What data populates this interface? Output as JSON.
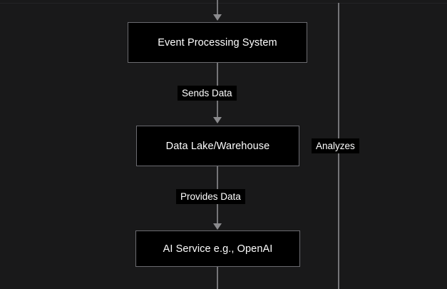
{
  "diagram": {
    "type": "flowchart",
    "direction": "top-down",
    "background_color": "#19191a",
    "node_fill_color": "#000000",
    "node_border_color": "#6b6b70",
    "edge_color": "#757578",
    "text_color": "#ffffff",
    "nodes": [
      {
        "id": "event",
        "label": "Event Processing System"
      },
      {
        "id": "lake",
        "label": "Data Lake/Warehouse"
      },
      {
        "id": "ai",
        "label": "AI Service e.g., OpenAI"
      }
    ],
    "edges": [
      {
        "from": "event",
        "to": "lake",
        "label": "Sends Data"
      },
      {
        "from": "lake",
        "to": "ai",
        "label": "Provides Data"
      },
      {
        "from": "",
        "to": "",
        "label": "Analyzes"
      }
    ]
  }
}
